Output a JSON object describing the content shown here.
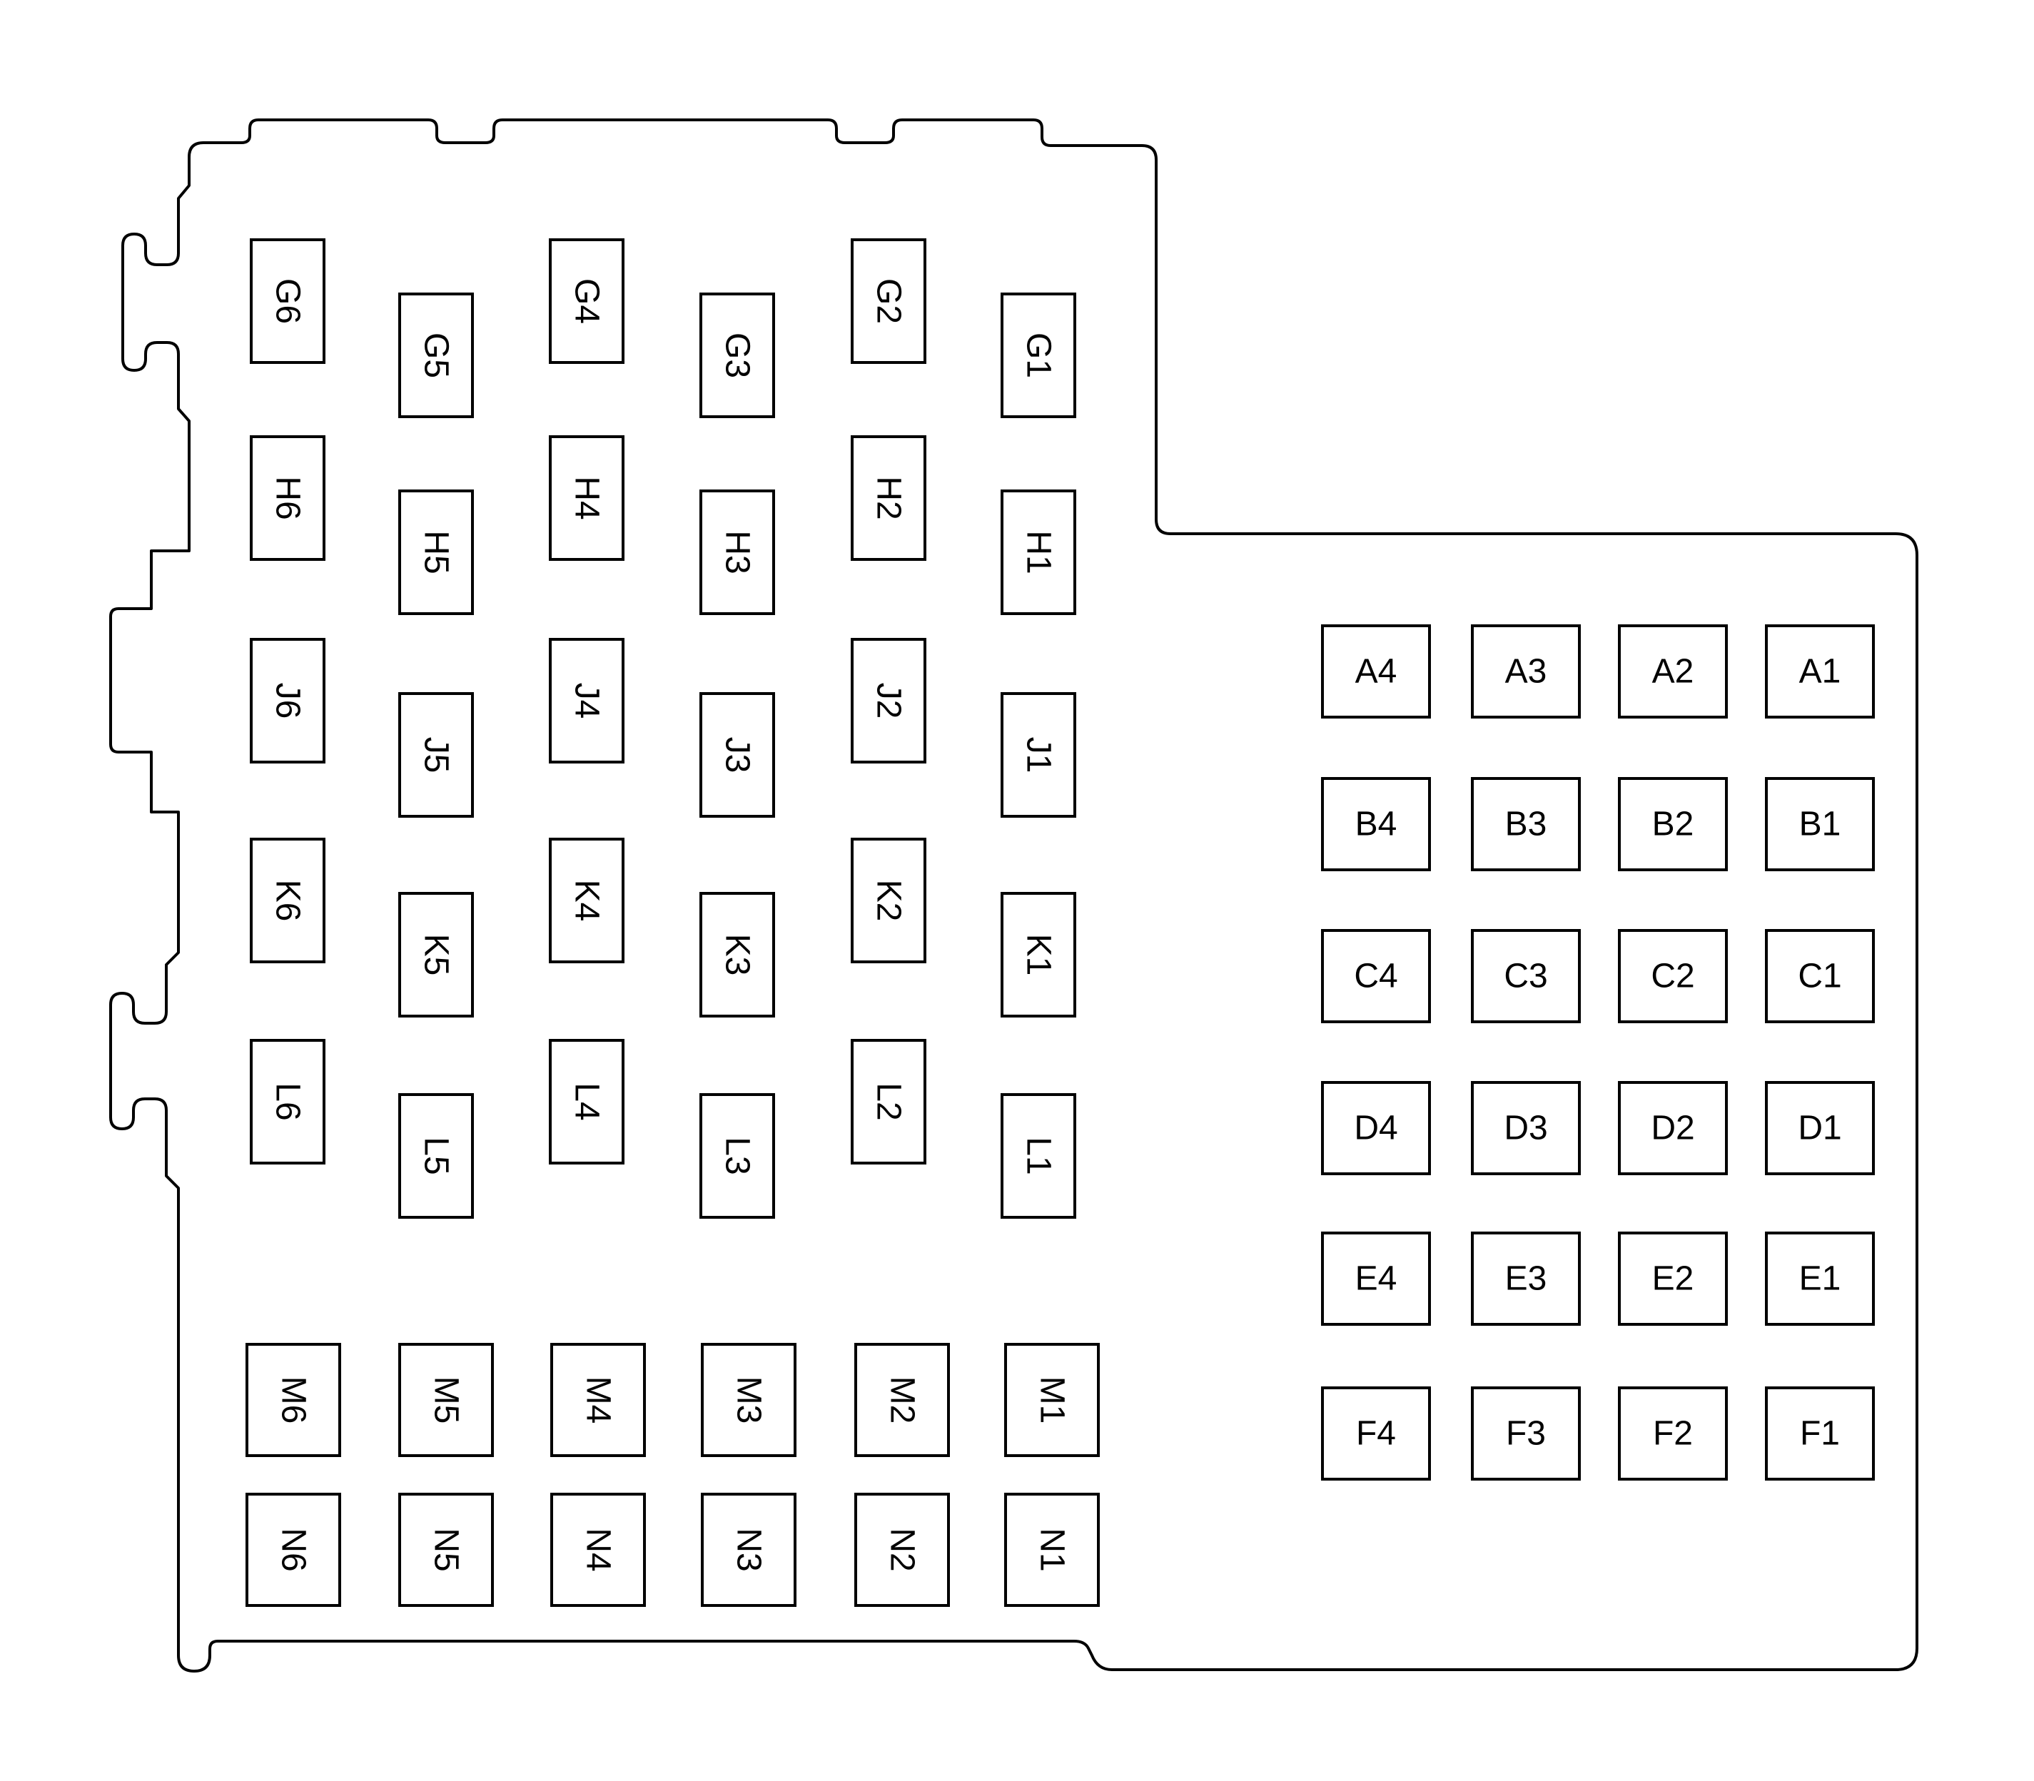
{
  "colors": {
    "line": "#000000",
    "background": "#ffffff"
  },
  "groups": [
    {
      "id": "group-g",
      "orientation": "vertical",
      "labels": [
        "G6",
        "G5",
        "G4",
        "G3",
        "G2",
        "G1"
      ]
    },
    {
      "id": "group-h",
      "orientation": "vertical",
      "labels": [
        "H6",
        "H5",
        "H4",
        "H3",
        "H2",
        "H1"
      ]
    },
    {
      "id": "group-j",
      "orientation": "vertical",
      "labels": [
        "J6",
        "J5",
        "J4",
        "J3",
        "J2",
        "J1"
      ]
    },
    {
      "id": "group-k",
      "orientation": "vertical",
      "labels": [
        "K6",
        "K5",
        "K4",
        "K3",
        "K2",
        "K1"
      ]
    },
    {
      "id": "group-l",
      "orientation": "vertical",
      "labels": [
        "L6",
        "L5",
        "L4",
        "L3",
        "L2",
        "L1"
      ]
    },
    {
      "id": "group-m",
      "orientation": "vertical",
      "labels": [
        "M6",
        "M5",
        "M4",
        "M3",
        "M2",
        "M1"
      ]
    },
    {
      "id": "group-n",
      "orientation": "vertical",
      "labels": [
        "N6",
        "N5",
        "N4",
        "N3",
        "N2",
        "N1"
      ]
    },
    {
      "id": "group-a",
      "orientation": "horizontal",
      "labels": [
        "A4",
        "A3",
        "A2",
        "A1"
      ]
    },
    {
      "id": "group-b",
      "orientation": "horizontal",
      "labels": [
        "B4",
        "B3",
        "B2",
        "B1"
      ]
    },
    {
      "id": "group-c",
      "orientation": "horizontal",
      "labels": [
        "C4",
        "C3",
        "C2",
        "C1"
      ]
    },
    {
      "id": "group-d",
      "orientation": "horizontal",
      "labels": [
        "D4",
        "D3",
        "D2",
        "D1"
      ]
    },
    {
      "id": "group-e",
      "orientation": "horizontal",
      "labels": [
        "E4",
        "E3",
        "E2",
        "E1"
      ]
    },
    {
      "id": "group-f",
      "orientation": "horizontal",
      "labels": [
        "F4",
        "F3",
        "F2",
        "F1"
      ]
    }
  ]
}
